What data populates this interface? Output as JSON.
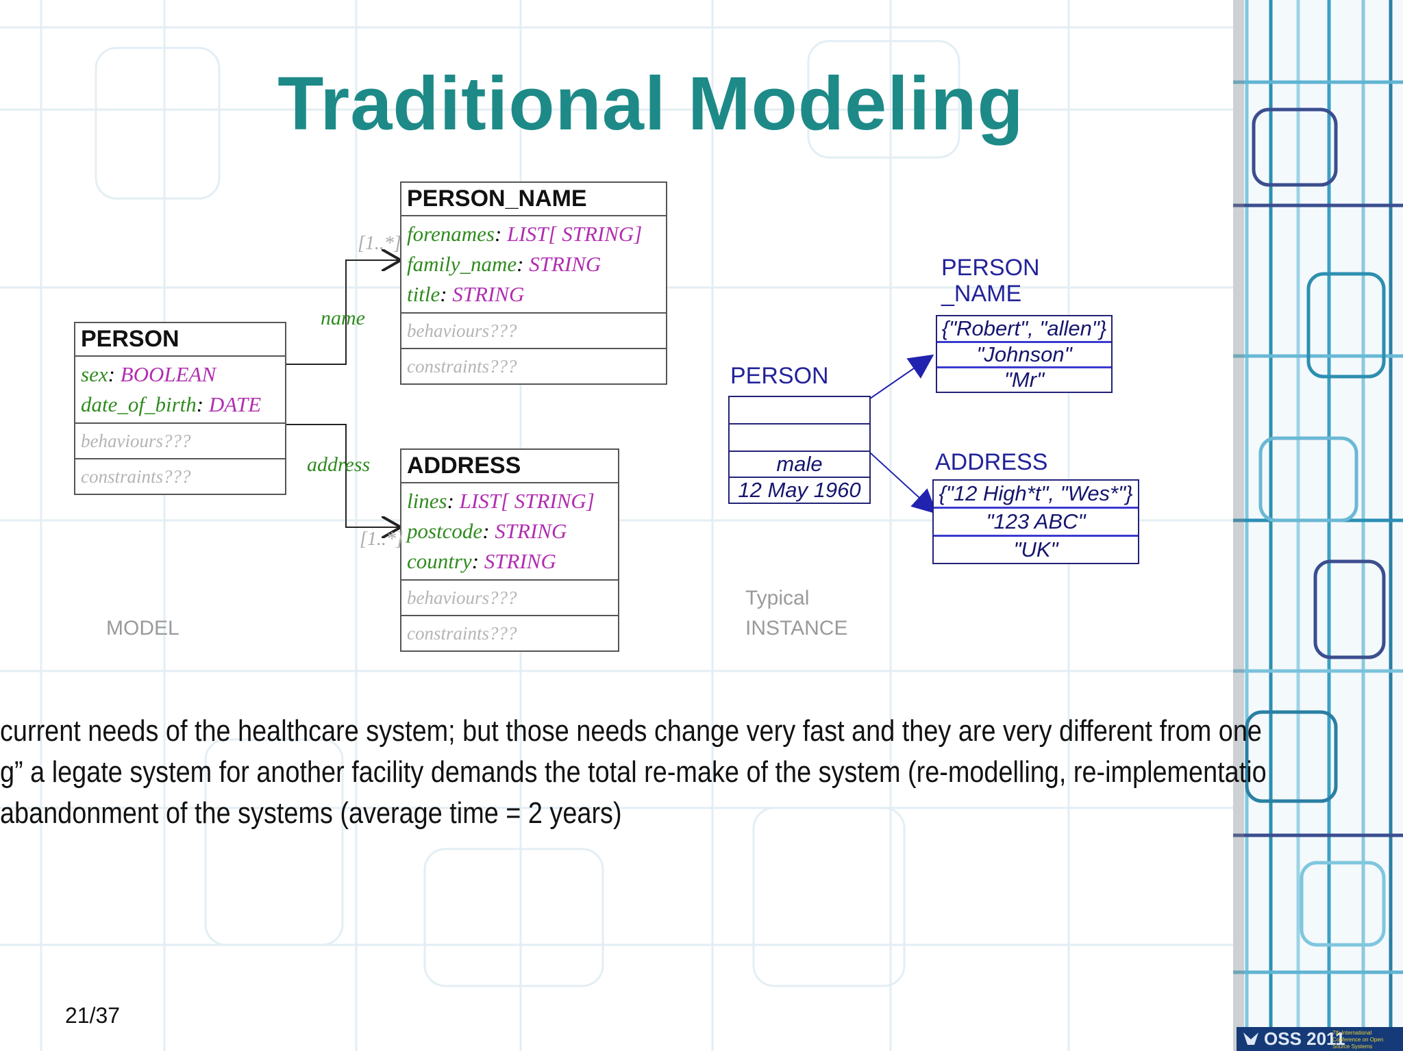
{
  "slide": {
    "title": "Traditional Modeling",
    "page_number": "21/37"
  },
  "model": {
    "caption": "MODEL",
    "person": {
      "header": "PERSON",
      "attributes": [
        {
          "name": "sex",
          "type": "BOOLEAN"
        },
        {
          "name": "date_of_birth",
          "type": "DATE"
        }
      ],
      "behaviours": "behaviours???",
      "constraints": "constraints???"
    },
    "person_name": {
      "header": "PERSON_NAME",
      "attributes": [
        {
          "name": "forenames",
          "type": "LIST[ STRING]"
        },
        {
          "name": "family_name",
          "type": "STRING"
        },
        {
          "name": "title",
          "type": "STRING"
        }
      ],
      "behaviours": "behaviours???",
      "constraints": "constraints???"
    },
    "address": {
      "header": "ADDRESS",
      "attributes": [
        {
          "name": "lines",
          "type": "LIST[ STRING]"
        },
        {
          "name": "postcode",
          "type": "STRING"
        },
        {
          "name": "country",
          "type": "STRING"
        }
      ],
      "behaviours": "behaviours???",
      "constraints": "constraints???"
    },
    "assoc_name": "name",
    "assoc_address": "address",
    "multiplicity": "[1..*]"
  },
  "instance": {
    "caption_line1": "Typical",
    "caption_line2": "INSTANCE",
    "person_label": "PERSON",
    "person_cells": [
      "",
      "",
      "male",
      "12 May 1960"
    ],
    "person_name_label_line1": "PERSON",
    "person_name_label_line2": "_NAME",
    "person_name_cells": [
      "{\"Robert\", \"allen\"}",
      "\"Johnson\"",
      "\"Mr\""
    ],
    "address_label": "ADDRESS",
    "address_cells": [
      "{\"12 High*t\", \"Wes*\"}",
      "\"123 ABC\"",
      "\"UK\""
    ]
  },
  "bullets": [
    "current needs of the healthcare system; but those needs change very fast and they are very different from one",
    "g” a legate system for another facility demands the total re-make of the system (re-modelling, re-implementatio",
    "abandonment of the systems (average time = 2 years)"
  ],
  "logo": {
    "text": "OSS 2011",
    "subtitle": "7th International Conference on Open Source Systems"
  },
  "colors": {
    "title": "#1d8a88",
    "attr_name": "#2f8a1e",
    "attr_type": "#b02db0",
    "instance": "#22229a"
  }
}
